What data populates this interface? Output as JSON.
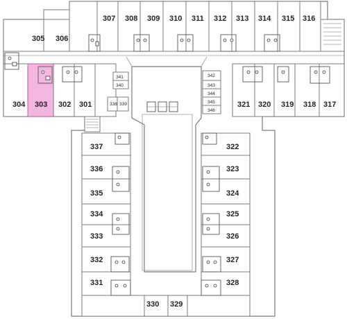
{
  "map": {
    "highlight_color": "#f2b6e0",
    "highlighted_room": "303",
    "rooms": {
      "r301": "301",
      "r302": "302",
      "r303": "303",
      "r304": "304",
      "r305": "305",
      "r306": "306",
      "r307": "307",
      "r308": "308",
      "r309": "309",
      "r310": "310",
      "r311": "311",
      "r312": "312",
      "r313": "313",
      "r314": "314",
      "r315": "315",
      "r316": "316",
      "r317": "317",
      "r318": "318",
      "r319": "319",
      "r320": "320",
      "r321": "321",
      "r322": "322",
      "r323": "323",
      "r324": "324",
      "r325": "325",
      "r326": "326",
      "r327": "327",
      "r328": "328",
      "r329": "329",
      "r330": "330",
      "r331": "331",
      "r332": "332",
      "r333": "333",
      "r334": "334",
      "r335": "335",
      "r336": "336",
      "r337": "337",
      "r338": "338",
      "r339": "339",
      "r340": "340",
      "r341": "341",
      "r342": "342",
      "r343": "343",
      "r344": "344",
      "r345": "345",
      "r346": "346"
    }
  }
}
